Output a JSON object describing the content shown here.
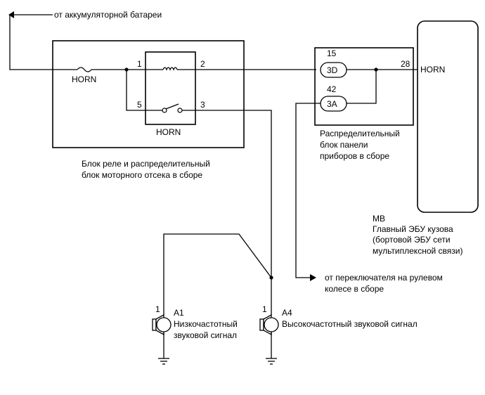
{
  "labels": {
    "from_battery": "от аккумуляторной батареи",
    "fuse_horn": "HORN",
    "relay_horn": "HORN",
    "relay_pin1": "1",
    "relay_pin2": "2",
    "relay_pin3": "3",
    "relay_pin5": "5",
    "relay_block_line1": "Блок реле и распределительный",
    "relay_block_line2": "блок моторного отсека в сборе",
    "pin15": "15",
    "conn3d": "3D",
    "pin42": "42",
    "conn3a": "3A",
    "pin28": "28",
    "mb_horn": "HORN",
    "panel_line1": "Распределительный",
    "panel_line2": "блок панели",
    "panel_line3": "приборов в сборе",
    "mb_code": "MB",
    "mb_line1": "Главный ЭБУ кузова",
    "mb_line2": "(бортовой ЭБУ сети",
    "mb_line3": "мультиплексной связи)",
    "switch_line1": "от переключателя на рулевом",
    "switch_line2": "колесе в сборе",
    "a1_pin": "1",
    "a1_code": "A1",
    "a1_line1": "Низкочастотный",
    "a1_line2": "звуковой сигнал",
    "a4_pin": "1",
    "a4_code": "A4",
    "a4_line1": "Высокочастотный звуковой сигнал"
  }
}
